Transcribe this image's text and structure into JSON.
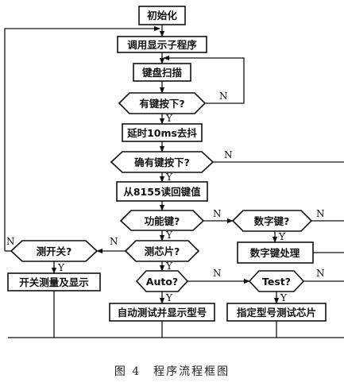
{
  "nodes": {
    "init": "初始化",
    "call_display": "调用显示子程序",
    "kb_scan": "键盘扫描",
    "key_pressed_q": "有键按下?",
    "delay": "延时10ms去抖",
    "confirm_key_q": "确有键按下?",
    "read_8155": "从8155读回键值",
    "func_key_q": "功能键?",
    "digit_key_q": "数字键?",
    "digit_proc": "数字键处理",
    "test_chip_q": "测芯片?",
    "switch_q": "测开关?",
    "switch_measure": "开关测量及显示",
    "auto_q": "Auto?",
    "test_q": "Test?",
    "auto_test": "自动测试并显示型号",
    "spec_test": "指定型号测试芯片"
  },
  "labels": {
    "yes": "Y",
    "no": "N"
  },
  "caption": "图 4　程序流程框图"
}
